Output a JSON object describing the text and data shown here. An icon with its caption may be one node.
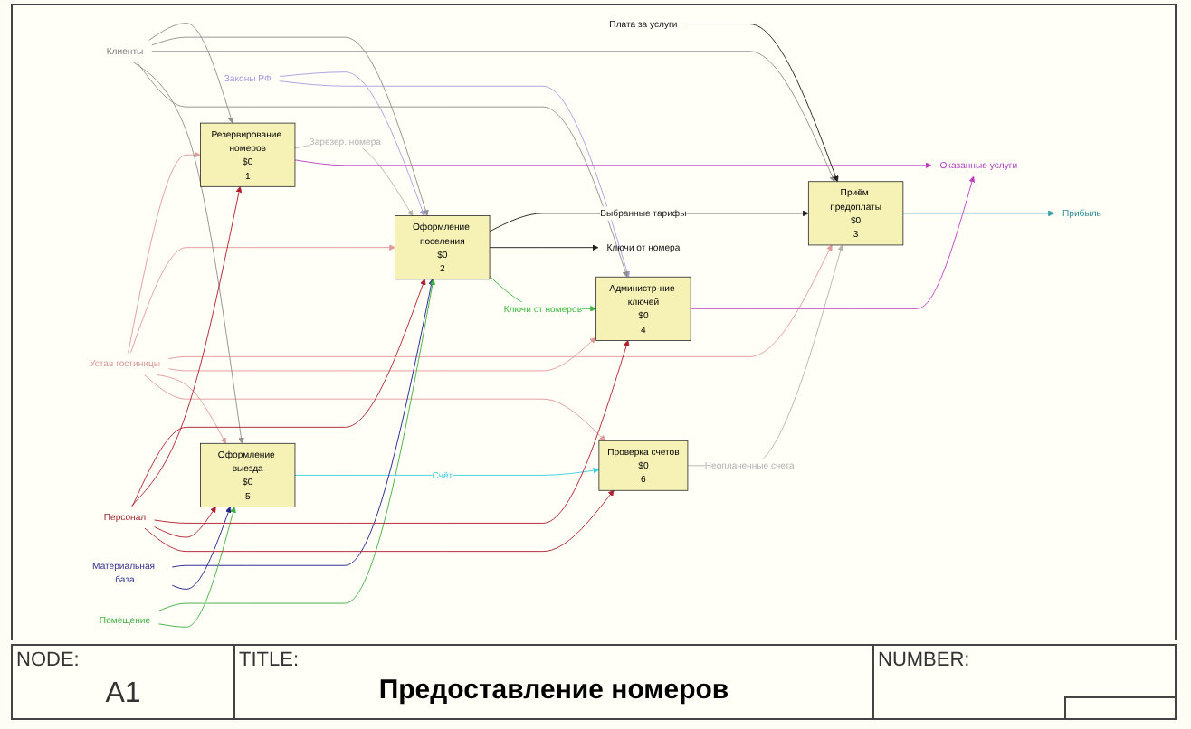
{
  "diagram": {
    "title": "Предоставление номеров",
    "nodes": [
      {
        "text": [
          "Устав гостиницы"
        ]
      },
      {
        "text": [
          "Законы РФ"
        ]
      },
      {
        "text": [
          "Клиенты"
        ]
      },
      {
        "text": [
          "Резервирование номеров",
          "$0",
          "1"
        ]
      },
      {
        "text": [
          "Оказанные услуги"
        ]
      },
      {
        "text": [
          "Проверка счетов",
          "$0",
          "6"
        ]
      },
      {
        "text": [
          "Оформление поселения",
          "$0",
          "2"
        ]
      },
      {
        "text": [
          "Ключи от номера"
        ]
      },
      {
        "text": [
          "Приём предоплаты",
          "$0",
          "3"
        ]
      },
      {
        "text": [
          "Прибыль"
        ]
      },
      {
        "text": [
          "Администр-ние ключей",
          "$0",
          "4"
        ]
      },
      {
        "text": [
          "Оформление выезда",
          "$0",
          "5"
        ]
      },
      {
        "text": [
          "Плата за услуги"
        ]
      },
      {
        "text": [
          "Материальная база"
        ]
      },
      {
        "text": [
          "Помещение"
        ]
      },
      {
        "text": [
          "Персонал"
        ]
      }
    ],
    "edges": [
      {
        "from": 0,
        "to": 3,
        "arrow": "to",
        "color": "#e09a9a"
      },
      {
        "from": 0,
        "to": 6,
        "arrow": "to",
        "color": "#e09a9a"
      },
      {
        "from": 0,
        "to": 8,
        "arrow": "to",
        "color": "#e09a9a"
      },
      {
        "from": 0,
        "to": 10,
        "arrow": "to",
        "color": "#e09a9a"
      },
      {
        "from": 0,
        "to": 11,
        "arrow": "to",
        "color": "#e09a9a"
      },
      {
        "from": 0,
        "to": 5,
        "arrow": "to",
        "color": "#e09a9a"
      },
      {
        "from": 1,
        "to": 6,
        "arrow": "to",
        "color": "#a8a0e0"
      },
      {
        "from": 1,
        "to": 10,
        "arrow": "to",
        "color": "#a8a0e0"
      },
      {
        "from": 2,
        "to": 3,
        "arrow": "to",
        "color": "#909090"
      },
      {
        "from": 2,
        "to": 6,
        "arrow": "to",
        "color": "#909090"
      },
      {
        "from": 2,
        "to": 8,
        "arrow": "to",
        "color": "#909090"
      },
      {
        "from": 2,
        "to": 10,
        "arrow": "to",
        "color": "#909090"
      },
      {
        "from": 2,
        "to": 11,
        "arrow": "to",
        "color": "#909090"
      },
      {
        "from": 3,
        "to": 6,
        "arrow": "to",
        "label": "Зарезер. номера",
        "color": "#b4b4b4"
      },
      {
        "from": 3,
        "to": 4,
        "arrow": "to",
        "color": "#c040c0"
      },
      {
        "from": 6,
        "to": 8,
        "arrow": "to",
        "label": "Выбранные тарифы",
        "color": "#202020"
      },
      {
        "from": 6,
        "to": 7,
        "arrow": "to",
        "color": "#202020"
      },
      {
        "from": 6,
        "to": 10,
        "arrow": "to",
        "label": "Ключи от номеров",
        "color": "#40b840"
      },
      {
        "from": 8,
        "to": 9,
        "arrow": "to",
        "color": "#30a0a0"
      },
      {
        "from": 5,
        "to": 8,
        "arrow": "to",
        "label": "Неоплаченные счета",
        "color": "#b4b4b4"
      },
      {
        "from": 10,
        "to": 4,
        "arrow": "to",
        "color": "#c040c0"
      },
      {
        "from": 11,
        "to": 5,
        "arrow": "to",
        "label": "Счёт",
        "color": "#40d0e0"
      },
      {
        "from": 12,
        "to": 8,
        "arrow": "to",
        "color": "#202020"
      },
      {
        "from": 13,
        "to": 6,
        "arrow": "to",
        "color": "#202090"
      },
      {
        "from": 13,
        "to": 11,
        "arrow": "to",
        "color": "#202090"
      },
      {
        "from": 14,
        "to": 6,
        "arrow": "to",
        "color": "#40b040"
      },
      {
        "from": 14,
        "to": 11,
        "arrow": "to",
        "color": "#40b040"
      },
      {
        "from": 15,
        "to": 3,
        "arrow": "to",
        "color": "#b02030"
      },
      {
        "from": 15,
        "to": 6,
        "arrow": "to",
        "color": "#b02030"
      },
      {
        "from": 15,
        "to": 10,
        "arrow": "to",
        "color": "#b02030"
      },
      {
        "from": 15,
        "to": 11,
        "arrow": "to",
        "color": "#b02030"
      },
      {
        "from": 15,
        "to": 5,
        "arrow": "to",
        "color": "#b02030"
      }
    ],
    "labels": [
      "NODE:",
      "A1",
      "TITLE:",
      "NUMBER:"
    ]
  }
}
